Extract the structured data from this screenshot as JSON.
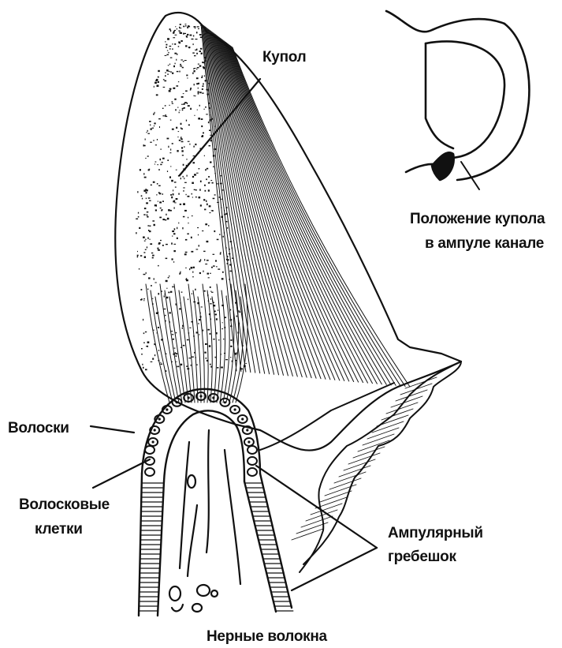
{
  "labels": {
    "cupula": "Купол",
    "position_line1": "Положение купола",
    "position_line2": "в ампуле канале",
    "hairs": "Волоски",
    "hair_cells_line1": "Волосковые",
    "hair_cells_line2": "клетки",
    "crista_line1": "Ампулярный",
    "crista_line2": "гребешок",
    "nerve_fibers": "Нерные волокна"
  },
  "colors": {
    "ink": "#111111",
    "background": "#ffffff"
  }
}
